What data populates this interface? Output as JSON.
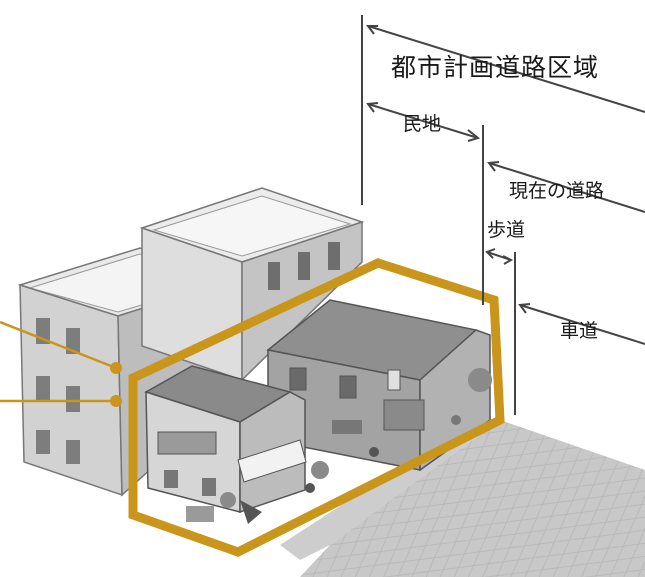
{
  "labels": {
    "urban_planned_road_area": "都市計画道路区域",
    "private_land": "民地",
    "current_road": "現在の道路",
    "sidewalk": "歩道",
    "roadway": "車道"
  },
  "colors": {
    "highlight": "#c9951a",
    "building_light": "#e4e4e4",
    "building_mid": "#cfcfcf",
    "building_dark": "#9d9d9d",
    "roof": "#8c8c8c",
    "paving": "#b8b8b8",
    "line": "#444444"
  }
}
